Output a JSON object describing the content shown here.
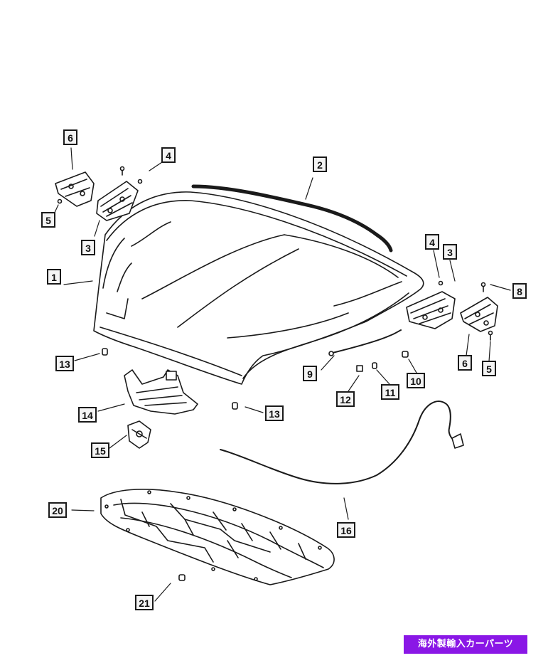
{
  "callouts": [
    {
      "id": "c1",
      "label": "1"
    },
    {
      "id": "c2",
      "label": "2"
    },
    {
      "id": "c3a",
      "label": "3"
    },
    {
      "id": "c3b",
      "label": "3"
    },
    {
      "id": "c4a",
      "label": "4"
    },
    {
      "id": "c4b",
      "label": "4"
    },
    {
      "id": "c5a",
      "label": "5"
    },
    {
      "id": "c5b",
      "label": "5"
    },
    {
      "id": "c6a",
      "label": "6"
    },
    {
      "id": "c6b",
      "label": "6"
    },
    {
      "id": "c8",
      "label": "8"
    },
    {
      "id": "c9",
      "label": "9"
    },
    {
      "id": "c10",
      "label": "10"
    },
    {
      "id": "c11",
      "label": "11"
    },
    {
      "id": "c12",
      "label": "12"
    },
    {
      "id": "c13a",
      "label": "13"
    },
    {
      "id": "c13b",
      "label": "13"
    },
    {
      "id": "c14",
      "label": "14"
    },
    {
      "id": "c15",
      "label": "15"
    },
    {
      "id": "c16",
      "label": "16"
    },
    {
      "id": "c20",
      "label": "20"
    },
    {
      "id": "c21",
      "label": "21"
    }
  ],
  "watermark": {
    "text": "海外製輸入カーパーツ"
  },
  "colors": {
    "line": "#1a1a1a",
    "part_fill": "#ffffff",
    "watermark_bg": "#8a17e6"
  }
}
